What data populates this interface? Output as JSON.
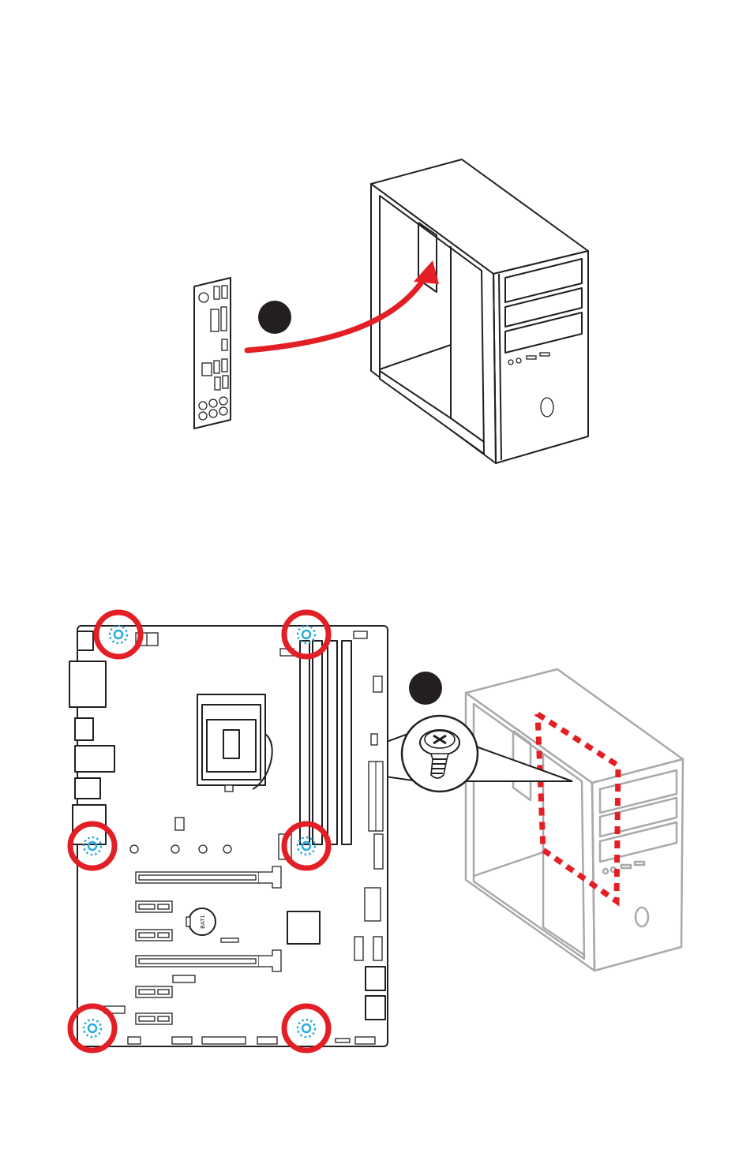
{
  "colors": {
    "line": "#231f20",
    "accent_red": "#e31e24",
    "standoff_blue": "#27aae1",
    "case_gray": "#a7a9ac",
    "step_dot": "#231f20"
  },
  "steps": [
    {
      "id": "step-1",
      "label": ""
    },
    {
      "id": "step-2",
      "label": ""
    }
  ],
  "battery_label": "BAT1",
  "icons": {
    "io_shield": "io-shield-icon",
    "pc_case": "pc-case-icon",
    "motherboard": "motherboard-icon",
    "mounting_screw": "screw-icon",
    "standoff": "standoff-icon"
  }
}
